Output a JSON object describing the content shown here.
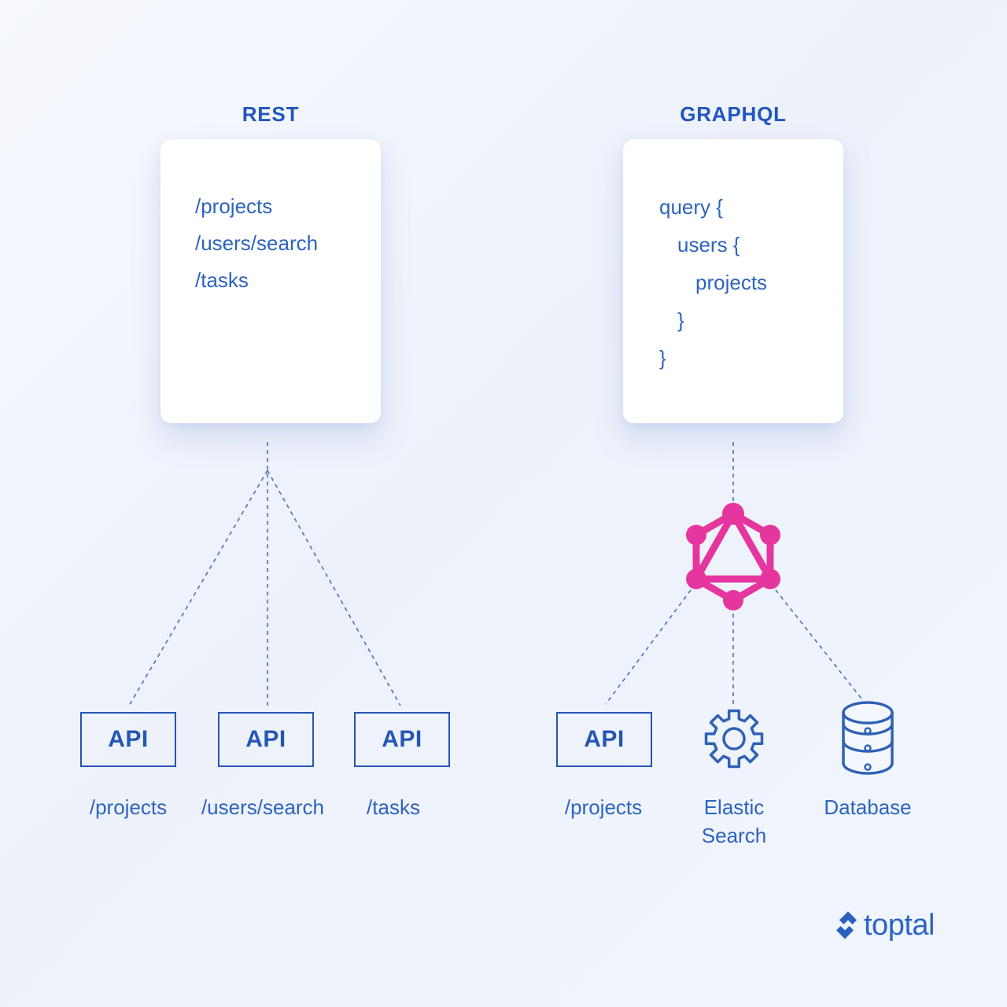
{
  "diagram": {
    "left": {
      "title": "REST",
      "card_lines": [
        "/projects",
        "/users/search",
        "/tasks"
      ],
      "nodes": [
        {
          "box_label": "API",
          "caption": "/projects"
        },
        {
          "box_label": "API",
          "caption": "/users/search"
        },
        {
          "box_label": "API",
          "caption": "/tasks"
        }
      ]
    },
    "right": {
      "title": "GRAPHQL",
      "card_lines": [
        "query {",
        "users {",
        "projects",
        "}",
        "}"
      ],
      "nodes": [
        {
          "box_label": "API",
          "caption": "/projects"
        },
        {
          "icon": "gear-icon",
          "caption": "Elastic Search"
        },
        {
          "icon": "database-icon",
          "caption": "Database"
        }
      ]
    }
  },
  "branding": {
    "logo_text": "toptal"
  },
  "colors": {
    "text_blue": "#2d64be",
    "title_blue": "#2156be",
    "box_border_blue": "#2456b4",
    "dashed_line_blue": "#3d6ab5",
    "graphql_pink": "#e5369f",
    "card_background": "#ffffff",
    "page_background": "#eff3fc"
  }
}
